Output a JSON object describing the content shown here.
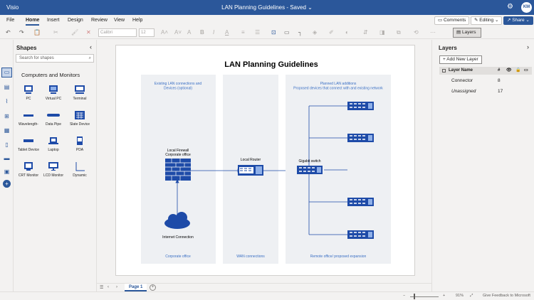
{
  "app": {
    "name": "Visio",
    "doc_title": "LAN Planning Guidelines",
    "doc_status": "Saved",
    "user_initials": "KM"
  },
  "menu": {
    "tabs": [
      "File",
      "Home",
      "Insert",
      "Design",
      "Review",
      "View",
      "Help"
    ],
    "active": "Home",
    "comments": "Comments",
    "editing": "Editing",
    "share": "Share"
  },
  "toolbar": {
    "font_name": "Calibri",
    "font_size": "12",
    "layers_label": "Layers"
  },
  "shapes": {
    "title": "Shapes",
    "search_placeholder": "Search for shapes",
    "stencil_title": "Computers and Monitors",
    "items": [
      "PC",
      "Virtual PC",
      "Terminal",
      "Wavelength-",
      "Data Pipe",
      "Slate Device",
      "Tablet Device",
      "Laptop",
      "PDA",
      "CRT Monitor",
      "LCD Monitor",
      "Dynamic"
    ]
  },
  "diagram": {
    "title": "LAN Planning Guidelines",
    "zones": [
      {
        "header": "Existing LAN connections and Devices (optional)",
        "footer": "Corporate office"
      },
      {
        "header": "",
        "footer": "WAN connections"
      },
      {
        "header": "Planned LAN additions\nProposed devices that connect with and existing network",
        "footer": "Remote office/ proposed expansion"
      }
    ],
    "labels": {
      "firewall": "Local Firewall\nCorporate office",
      "cloud": "Internet Connection",
      "router": "Local Router",
      "switch": "Gigabit switch"
    }
  },
  "bottom": {
    "page_tab": "Page 1"
  },
  "status": {
    "zoom": "91%",
    "feedback": "Give Feedback to Microsoft"
  },
  "layers": {
    "title": "Layers",
    "add_button": "Add New Layer",
    "col_name": "Layer Name",
    "rows": [
      {
        "name": "Connector",
        "count": "8"
      },
      {
        "name": "Unassigned",
        "count": "17"
      }
    ]
  },
  "colors": {
    "accent": "#2b579a",
    "device": "#1e4ba8",
    "zone_bg": "#eef0f3",
    "zone_text": "#3a6fc4"
  }
}
